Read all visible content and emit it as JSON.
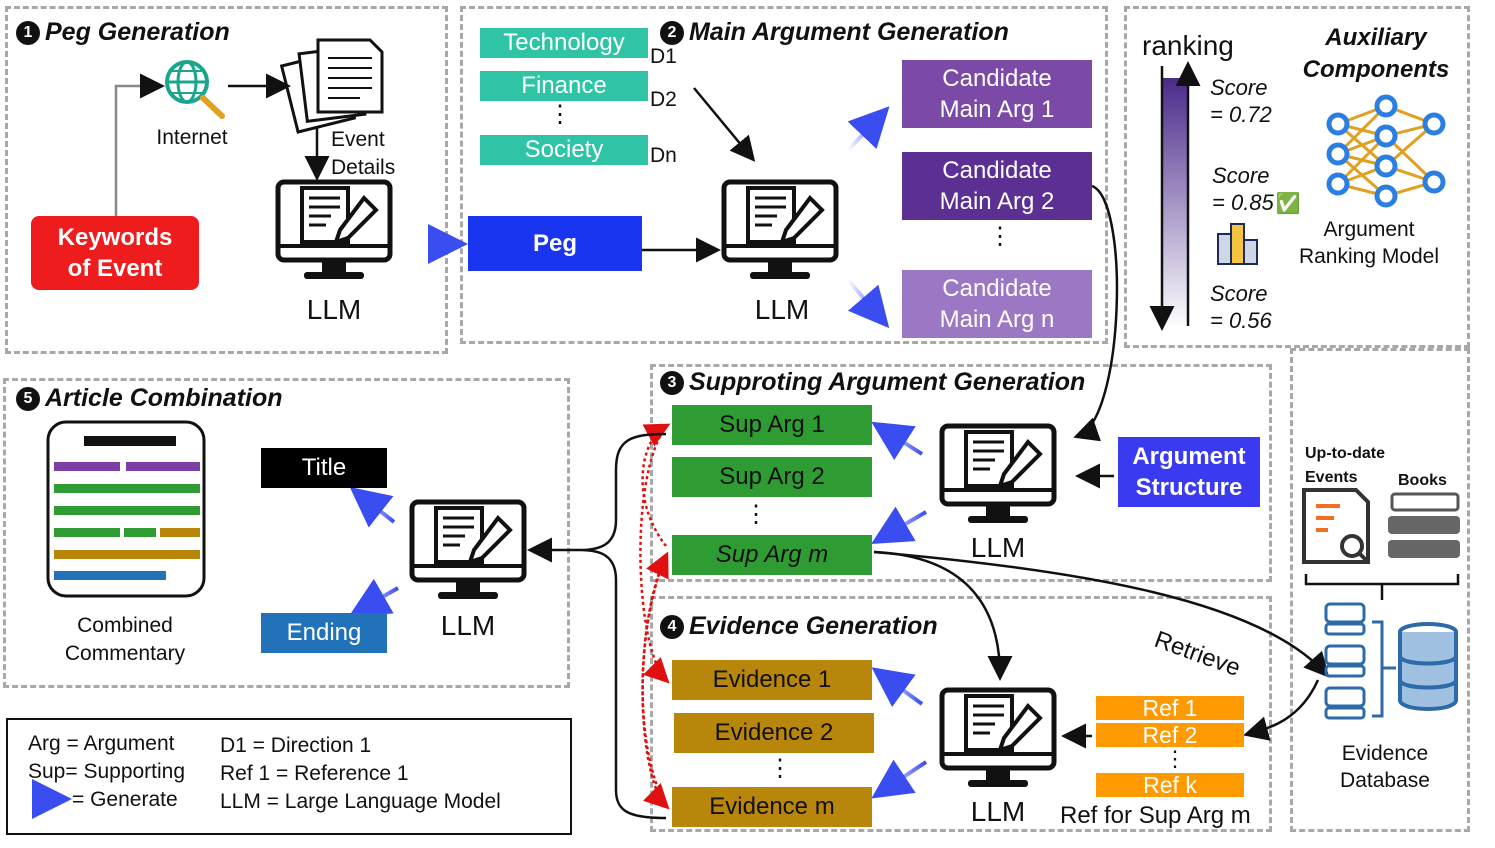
{
  "sections": {
    "s1": {
      "num": "1",
      "title": "Peg Generation"
    },
    "s2": {
      "num": "2",
      "title": "Main Argument Generation"
    },
    "s3": {
      "num": "3",
      "title": "Supproting Argument Generation"
    },
    "s4": {
      "num": "4",
      "title": "Evidence Generation"
    },
    "s5": {
      "num": "5",
      "title": "Article Combination"
    },
    "aux": {
      "title_line1": "Auxiliary",
      "title_line2": "Components"
    }
  },
  "peg": {
    "internet_label": "Internet",
    "event_details_line1": "Event",
    "event_details_line2": "Details",
    "keywords_line1": "Keywords",
    "keywords_line2": "of Event",
    "peg_label": "Peg",
    "llm_label": "LLM"
  },
  "directions": [
    {
      "label": "Technology",
      "tag": "D1"
    },
    {
      "label": "Finance",
      "tag": "D2"
    },
    {
      "label": "Society",
      "tag": "Dn"
    }
  ],
  "dots": "⋮",
  "main_args": [
    {
      "line1": "Candidate",
      "line2": "Main Arg 1",
      "color": "#7b49a6"
    },
    {
      "line1": "Candidate",
      "line2": "Main Arg 2",
      "color": "#5c2f93"
    },
    {
      "line1": "Candidate",
      "line2": "Main Arg n",
      "color": "#9c77c4"
    }
  ],
  "llm_label": "LLM",
  "ranking": {
    "label": "ranking",
    "scores": [
      {
        "line1": "Score",
        "line2": "= 0.72"
      },
      {
        "line1": "Score",
        "line2": "= 0.85"
      },
      {
        "line1": "Score",
        "line2": "= 0.56"
      }
    ],
    "check": "✅"
  },
  "ranking_model": {
    "line1": "Argument",
    "line2": "Ranking Model"
  },
  "sup_args": [
    {
      "label": "Sup Arg 1"
    },
    {
      "label": "Sup Arg 2"
    },
    {
      "label": "Sup Arg m"
    }
  ],
  "argument_structure": {
    "line1": "Argument",
    "line2": "Structure"
  },
  "evidence": [
    {
      "label": "Evidence 1"
    },
    {
      "label": "Evidence 2"
    },
    {
      "label": "Evidence m"
    }
  ],
  "refs": [
    "Ref 1",
    "Ref 2",
    "Ref k"
  ],
  "ref_caption": "Ref for Sup Arg m",
  "retrieve_label": "Retrieve",
  "evidence_db": {
    "uptodate_line1": "Up-to-date",
    "uptodate_line2": "Events",
    "books": "Books",
    "line1": "Evidence",
    "line2": "Database"
  },
  "article": {
    "title_label": "Title",
    "ending_label": "Ending",
    "combined_line1": "Combined",
    "combined_line2": "Commentary"
  },
  "legend": {
    "items_left": [
      "Arg = Argument",
      "Sup= Supporting",
      "= Generate"
    ],
    "items_right": [
      "D1 = Direction 1",
      "Ref 1 = Reference 1",
      "LLM = Large Language Model"
    ]
  },
  "colors": {
    "direction_box": "#2ec4a5",
    "peg_box": "#1a35f0",
    "keywords_box": "#ee1c1c",
    "sup_arg_box": "#2e9c32",
    "evidence_box": "#b8860b",
    "ref_box": "#ff9a00",
    "argument_structure_box": "#3a3af0",
    "title_box": "#000000",
    "ending_box": "#2272b9"
  }
}
